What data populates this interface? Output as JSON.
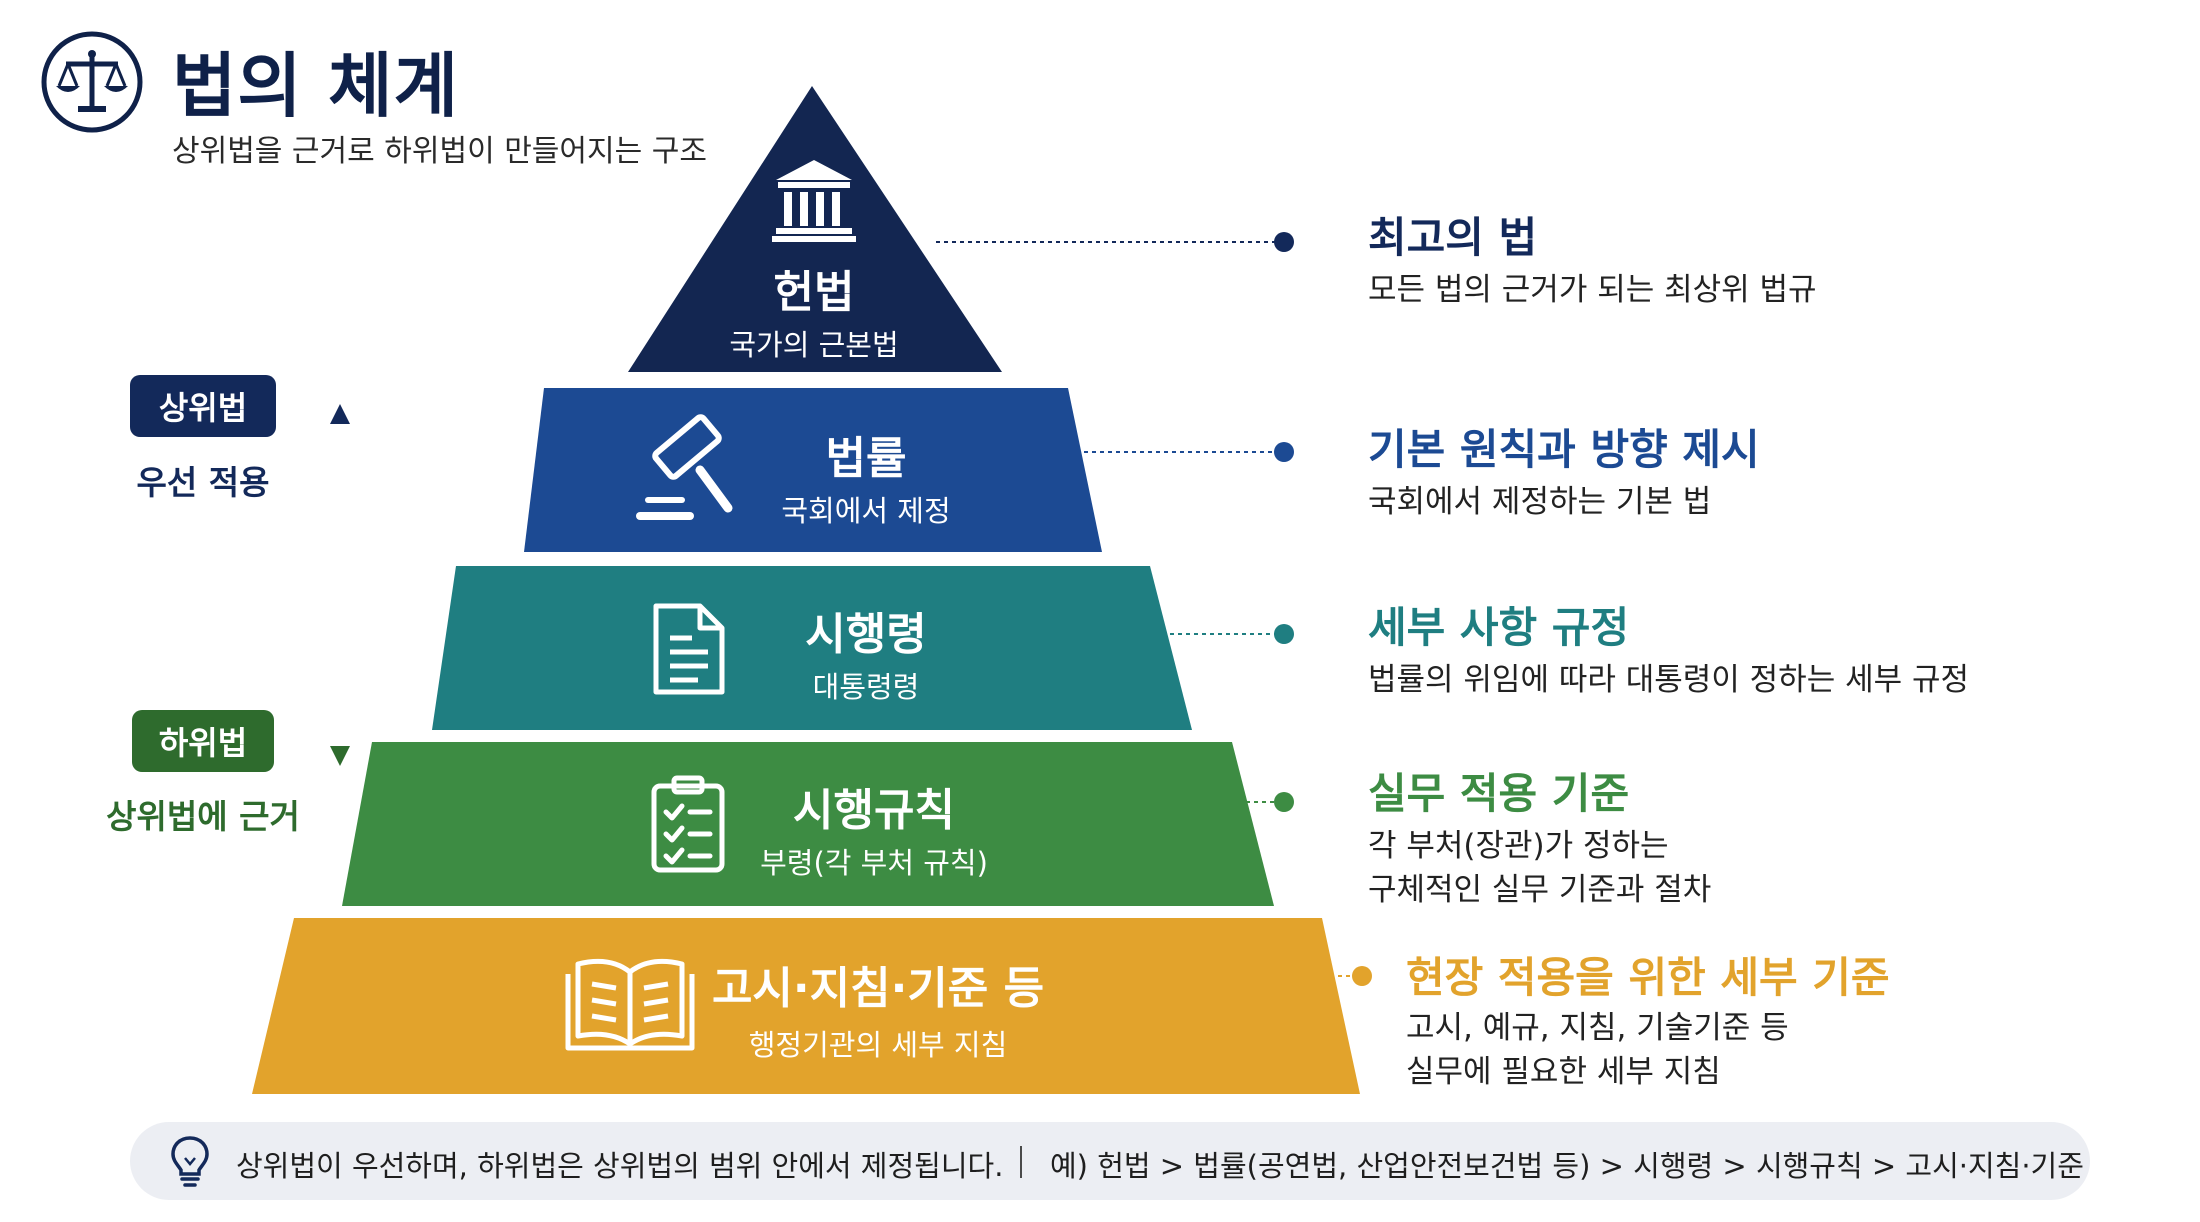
{
  "header": {
    "title": "법의 체계",
    "subtitle": "상위법을 근거로 하위법이 만들어지는 구조",
    "logo_icon": "scales-of-justice-icon"
  },
  "side_indicator": {
    "upper_label": "상위법",
    "upper_note": "우선 적용",
    "lower_label": "하위법",
    "lower_note": "상위법에 근거",
    "upper_color": "#13295a",
    "lower_color": "#2e6b2d"
  },
  "tiers": [
    {
      "name": "헌법",
      "sub": "국가의 근본법",
      "icon": "courthouse-icon",
      "color": "#132651",
      "desc_title": "최고의 법",
      "desc_lines": [
        "모든 법의 근거가 되는 최상위 법규"
      ],
      "title_color": "#13295a"
    },
    {
      "name": "법률",
      "sub": "국회에서 제정",
      "icon": "gavel-icon",
      "color": "#1c4a93",
      "desc_title": "기본 원칙과 방향 제시",
      "desc_lines": [
        "국회에서 제정하는 기본 법"
      ],
      "title_color": "#1c4a93"
    },
    {
      "name": "시행령",
      "sub": "대통령령",
      "icon": "document-icon",
      "color": "#1f7e81",
      "desc_title": "세부 사항 규정",
      "desc_lines": [
        "법률의 위임에 따라 대통령이 정하는 세부 규정"
      ],
      "title_color": "#1f7e81"
    },
    {
      "name": "시행규칙",
      "sub": "부령(각 부처 규칙)",
      "icon": "checklist-clipboard-icon",
      "color": "#3d8c43",
      "desc_title": "실무 적용 기준",
      "desc_lines": [
        "각 부처(장관)가 정하는",
        "구체적인 실무 기준과 절차"
      ],
      "title_color": "#3d8c43"
    },
    {
      "name": "고시·지침·기준 등",
      "sub": "행정기관의 세부 지침",
      "icon": "open-book-icon",
      "color": "#e2a32c",
      "desc_title": "현장 적용을 위한 세부 기준",
      "desc_lines": [
        "고시, 예규, 지침, 기술기준 등",
        "실무에 필요한 세부 지침"
      ],
      "title_color": "#e2a32c"
    }
  ],
  "footer": {
    "icon": "lightbulb-icon",
    "text": "상위법이 우선하며, 하위법은 상위법의 범위 안에서 제정됩니다.",
    "example": "예) 헌법 > 법률(공연법, 산업안전보건법 등) > 시행령 > 시행규칙 > 고시·지침·기준"
  }
}
